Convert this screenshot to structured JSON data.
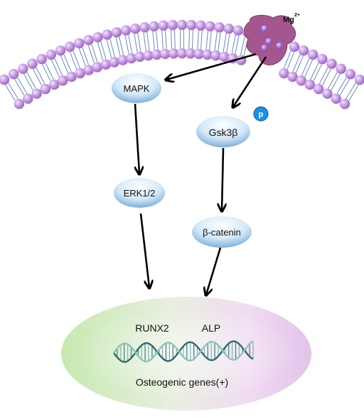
{
  "ion": {
    "label": "Mg",
    "charge": "2+"
  },
  "nodes": {
    "mapk": "MAPK",
    "erk": "ERK1/2",
    "gsk": "Gsk3β",
    "catenin": "β-catenin"
  },
  "phospho": {
    "label": "p"
  },
  "nucleus": {
    "genes": [
      "RUNX2",
      "ALP"
    ],
    "caption": "Osteogenic genes(+)"
  },
  "colors": {
    "membrane_head": "#b57fd6",
    "membrane_head_light": "#ecdcf7",
    "channel": "#a4578f",
    "node_light": "#ffffff",
    "node_dark": "#7fb4de",
    "phospho_badge": "#1e90e0",
    "nucleus_left": "#c9eab6",
    "nucleus_right": "#e7c5ec",
    "dna_a": "#2f6b73",
    "dna_b": "#a9cfc9"
  }
}
